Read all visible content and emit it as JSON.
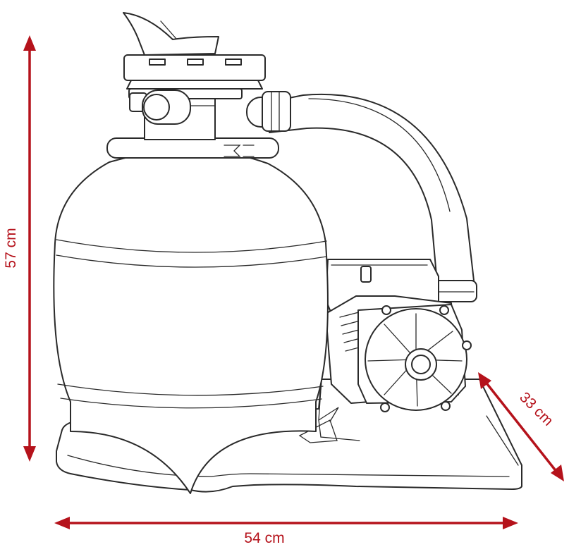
{
  "dimensions": {
    "height_label": "57 cm",
    "width_label": "54 cm",
    "depth_label": "33 cm"
  },
  "colors": {
    "dimension": "#b5121b",
    "outline": "#2a2a2a",
    "background": "#ffffff"
  },
  "icons": [
    "sand-filter-pump-illustration",
    "double-arrow"
  ]
}
